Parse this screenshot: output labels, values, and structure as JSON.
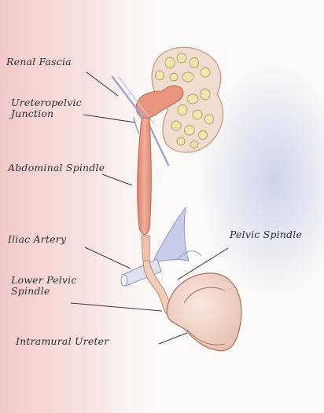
{
  "labels": {
    "renal_fascia": "Renal Fascia",
    "ureteropelvic_junction": "Ureteropelvic\nJunction",
    "abdominal_spindle": "Abdominal Spindle",
    "iliac_artery": "Iliac Artery",
    "lower_pelvic_spindle": "Lower Pelvic\nSpindle",
    "pelvic_spindle": "Pelvic Spindle",
    "intramural_ureter": "Intramural Ureter"
  },
  "colors": {
    "background": "#fbfaf8",
    "left_wash": "#f2c7c5",
    "right_wash": "#c9d0ea",
    "kidney_fat": "#f1ddcf",
    "kidney_lobules": "#f2e6b0",
    "renal_pelvis": "#e9957e",
    "ureter": "#ec9f87",
    "ureter_lower": "#f3cdb7",
    "fascia": "#a9b0d4",
    "iliac_vessel": "#b7bde2",
    "bladder": "#f1d7cc",
    "ink": "#2f2f33"
  }
}
